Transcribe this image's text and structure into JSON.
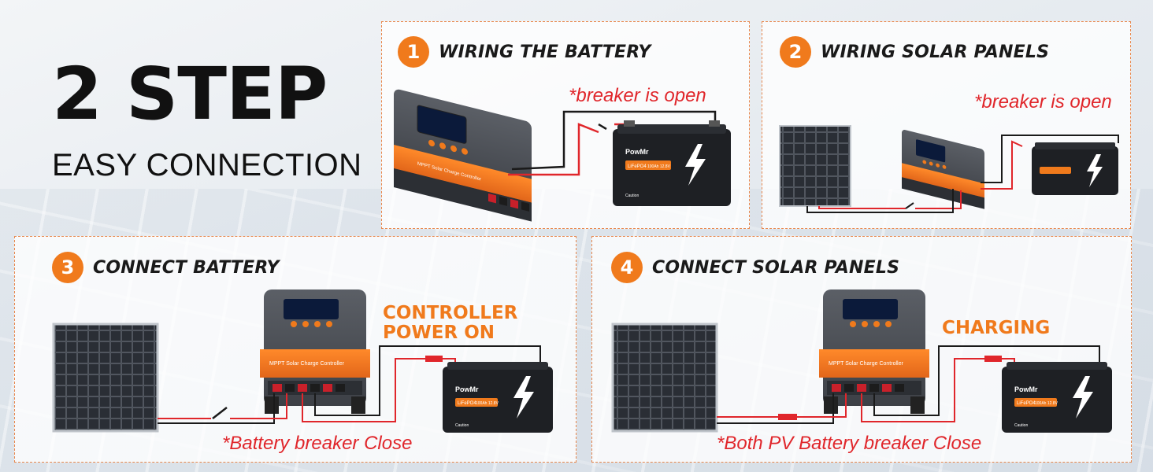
{
  "headline": {
    "title": "2 STEP",
    "subtitle": "EASY CONNECTION"
  },
  "steps": [
    {
      "number": "1",
      "title": "WIRING THE BATTERY",
      "note": "*breaker is open"
    },
    {
      "number": "2",
      "title": "WIRING SOLAR PANELS",
      "note": "*breaker is open"
    },
    {
      "number": "3",
      "title": "CONNECT BATTERY",
      "note": "*Battery breaker Close",
      "callout_line1": "CONTROLLER",
      "callout_line2": "POWER ON"
    },
    {
      "number": "4",
      "title": "CONNECT SOLAR PANELS",
      "note": "*Both PV Battery breaker Close",
      "callout_line1": "CHARGING"
    }
  ],
  "device_text": {
    "controller_label": "MPPT Solar Charge Controller",
    "battery_brand": "PowMr",
    "battery_chem": "LiFePO4",
    "battery_spec": "100Ah 12.8V",
    "battery_caution": "Caution"
  },
  "colors": {
    "accent": "#f07a1c",
    "note_red": "#e0262b",
    "wire_red": "#e0262b",
    "wire_black": "#1a1a1a"
  }
}
